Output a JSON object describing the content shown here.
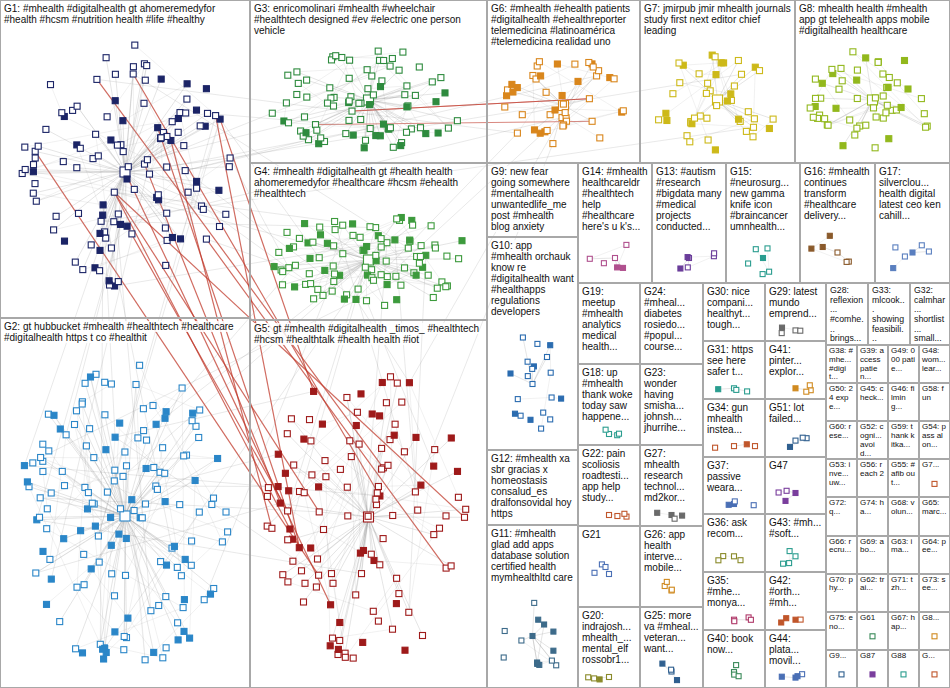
{
  "diagram": {
    "nodes": [
      {
        "text": [
          "G1: #mhealth #digitalhealth gt ahomeremedyfor #health #hcsm #nutrition health #life #healthy"
        ]
      },
      {
        "text": [
          "G3: enricomolinari #mhealth #wheelchair #healthtech designed #ev #electric one person vehicle"
        ]
      },
      {
        "text": [
          "G6: #mhealth #ehealth patients #digitalhealth #ehealthreporter telemedicina #latinoamérica #telemedicina realidad uno"
        ]
      },
      {
        "text": [
          "G7: jmirpub jmir mhealth journals study first next editor chief leading"
        ]
      },
      {
        "text": [
          "G8: mhealth health #mhealth app gt telehealth apps mobile #digitalhealth healthcare"
        ]
      },
      {
        "text": [
          "G4: #mhealth #digitalhealth gt #health health ahomeremedyfor #healthcare #hcsm #ehealth #healthtech"
        ]
      },
      {
        "text": [
          "G9: new fear going somewhere #mentalhealth unwantedlife_me post #mhealth blog anxiety"
        ]
      },
      {
        "text": [
          "G14: #mhealth healthcareldr #healthtech help #healthcare here's u k's..."
        ]
      },
      {
        "text": [
          "G13: #autism #research #bigdata many #medical projects conducted..."
        ]
      },
      {
        "text": [
          "G15: #neurosurg... new gamma knife icon #braincancer umnhealth..."
        ]
      },
      {
        "text": [
          "G16: #mhealth continues transform #healthcare delivery..."
        ]
      },
      {
        "text": [
          "G17: silverclou... health digital latest ceo ken cahill..."
        ]
      },
      {
        "text": [
          "G10: app #mhealth orchauk know re #digitalhealth want #healthapps regulations developers"
        ]
      },
      {
        "text": [
          "G2: gt hubbucket #mhealth #healthtech #healthcare #digitalhealth https t co #healthit"
        ]
      },
      {
        "text": [
          "G5: gt #mhealth #digitalhealth _timos_ #healthtech #hcsm #healthtalk #health health #iot"
        ]
      },
      {
        "text": [
          "G12: #mhealth xa sbr gracias x homeostasis consalud_es dralfonsovidal hoy https"
        ]
      },
      {
        "text": [
          "G11: #mhealth glad add apps database solution certified health mymhealthltd care"
        ]
      },
      {
        "text": [
          "G19: meetup #mhealth analytics medical health..."
        ]
      },
      {
        "text": [
          "G18: up #mhealth thank woke today saw happene..."
        ]
      },
      {
        "text": [
          "G22: pain scoliosis roadtesti... app help study..."
        ]
      },
      {
        "text": [
          "G21"
        ]
      },
      {
        "text": [
          "G20: indrajosh... mhealth_... mental_elf rossobr1..."
        ]
      },
      {
        "text": [
          "G24: #mheal... diabetes rosiedo... #popul... course..."
        ]
      },
      {
        "text": [
          "G23: wonder having smisha... johnsh... jhurrihe..."
        ]
      },
      {
        "text": [
          "G27: mhealth research technol... md2kor..."
        ]
      },
      {
        "text": [
          "G26: app health interve... mobile..."
        ]
      },
      {
        "text": [
          "G25: more va #mheal... veteran... want..."
        ]
      },
      {
        "text": [
          "G30: nice compani... healthyt... tough..."
        ]
      },
      {
        "text": [
          "G31: https see here safer t..."
        ]
      },
      {
        "text": [
          "G34: gun mhealth instea..."
        ]
      },
      {
        "text": [
          "G37: passive weara..."
        ]
      },
      {
        "text": [
          "G36: ask recom..."
        ]
      },
      {
        "text": [
          "G35: #mhe... monya..."
        ]
      },
      {
        "text": [
          "G40: book now..."
        ]
      },
      {
        "text": [
          "G29: latest mundo emprend..."
        ]
      },
      {
        "text": [
          "G41: pinter... explor..."
        ]
      },
      {
        "text": [
          "G51: lot failed..."
        ]
      },
      {
        "text": [
          "G47"
        ]
      },
      {
        "text": [
          "G43: #mh... #soft..."
        ]
      },
      {
        "text": [
          "G42: #orth... #mh..."
        ]
      },
      {
        "text": [
          "G44: plata... movil..."
        ]
      },
      {
        "text": [
          "G28: reflexion... #comhe... brings..."
        ]
      },
      {
        "text": [
          "G33: mlcook... showing feasibili..."
        ]
      },
      {
        "text": [
          "G32: calmhar... shortlist... small..."
        ]
      },
      {
        "text": [
          "G38: #mhe... #digit..."
        ]
      },
      {
        "text": [
          "G39: access patien..."
        ]
      },
      {
        "text": [
          "G49: 000 patie..."
        ]
      },
      {
        "text": [
          "G48: wom... lear..."
        ]
      },
      {
        "text": [
          "G50: 24 expe..."
        ]
      },
      {
        "text": [
          "G45: check..."
        ]
      },
      {
        "text": [
          "G46: filming..."
        ]
      },
      {
        "text": [
          "G58: fun"
        ]
      },
      {
        "text": [
          "G60: rese..."
        ]
      },
      {
        "text": [
          "G52: cogni... avoid..."
        ]
      },
      {
        "text": [
          "G59: thank kitka..."
        ]
      },
      {
        "text": [
          "G54: pass alon..."
        ]
      },
      {
        "text": [
          "G53: inve... uw..."
        ]
      },
      {
        "text": [
          "G56: reach 2"
        ]
      },
      {
        "text": [
          "G55: #afib out..."
        ]
      },
      {
        "text": [
          "G7..."
        ]
      },
      {
        "text": [
          "G72: q..."
        ]
      },
      {
        "text": [
          "G74: ha..."
        ]
      },
      {
        "text": [
          "G68: volun..."
        ]
      },
      {
        "text": [
          "G65: marc..."
        ]
      },
      {
        "text": [
          "G66: recru..."
        ]
      },
      {
        "text": [
          "G69: abo..."
        ]
      },
      {
        "text": [
          "G63: ima..."
        ]
      },
      {
        "text": [
          "G64: pee..."
        ]
      },
      {
        "text": [
          "G70: phy..."
        ]
      },
      {
        "text": [
          "G62: trai..."
        ]
      },
      {
        "text": [
          "G71: tzh..."
        ]
      },
      {
        "text": [
          "G73: see..."
        ]
      },
      {
        "text": [
          "G75: eno..."
        ]
      },
      {
        "text": [
          "G61"
        ]
      },
      {
        "text": [
          "G67: hap..."
        ]
      },
      {
        "text": [
          "G8..."
        ]
      },
      {
        "text": [
          "G9..."
        ]
      },
      {
        "text": [
          "G87"
        ]
      },
      {
        "text": [
          "G88"
        ]
      },
      {
        "text": [
          "G..."
        ]
      }
    ]
  }
}
